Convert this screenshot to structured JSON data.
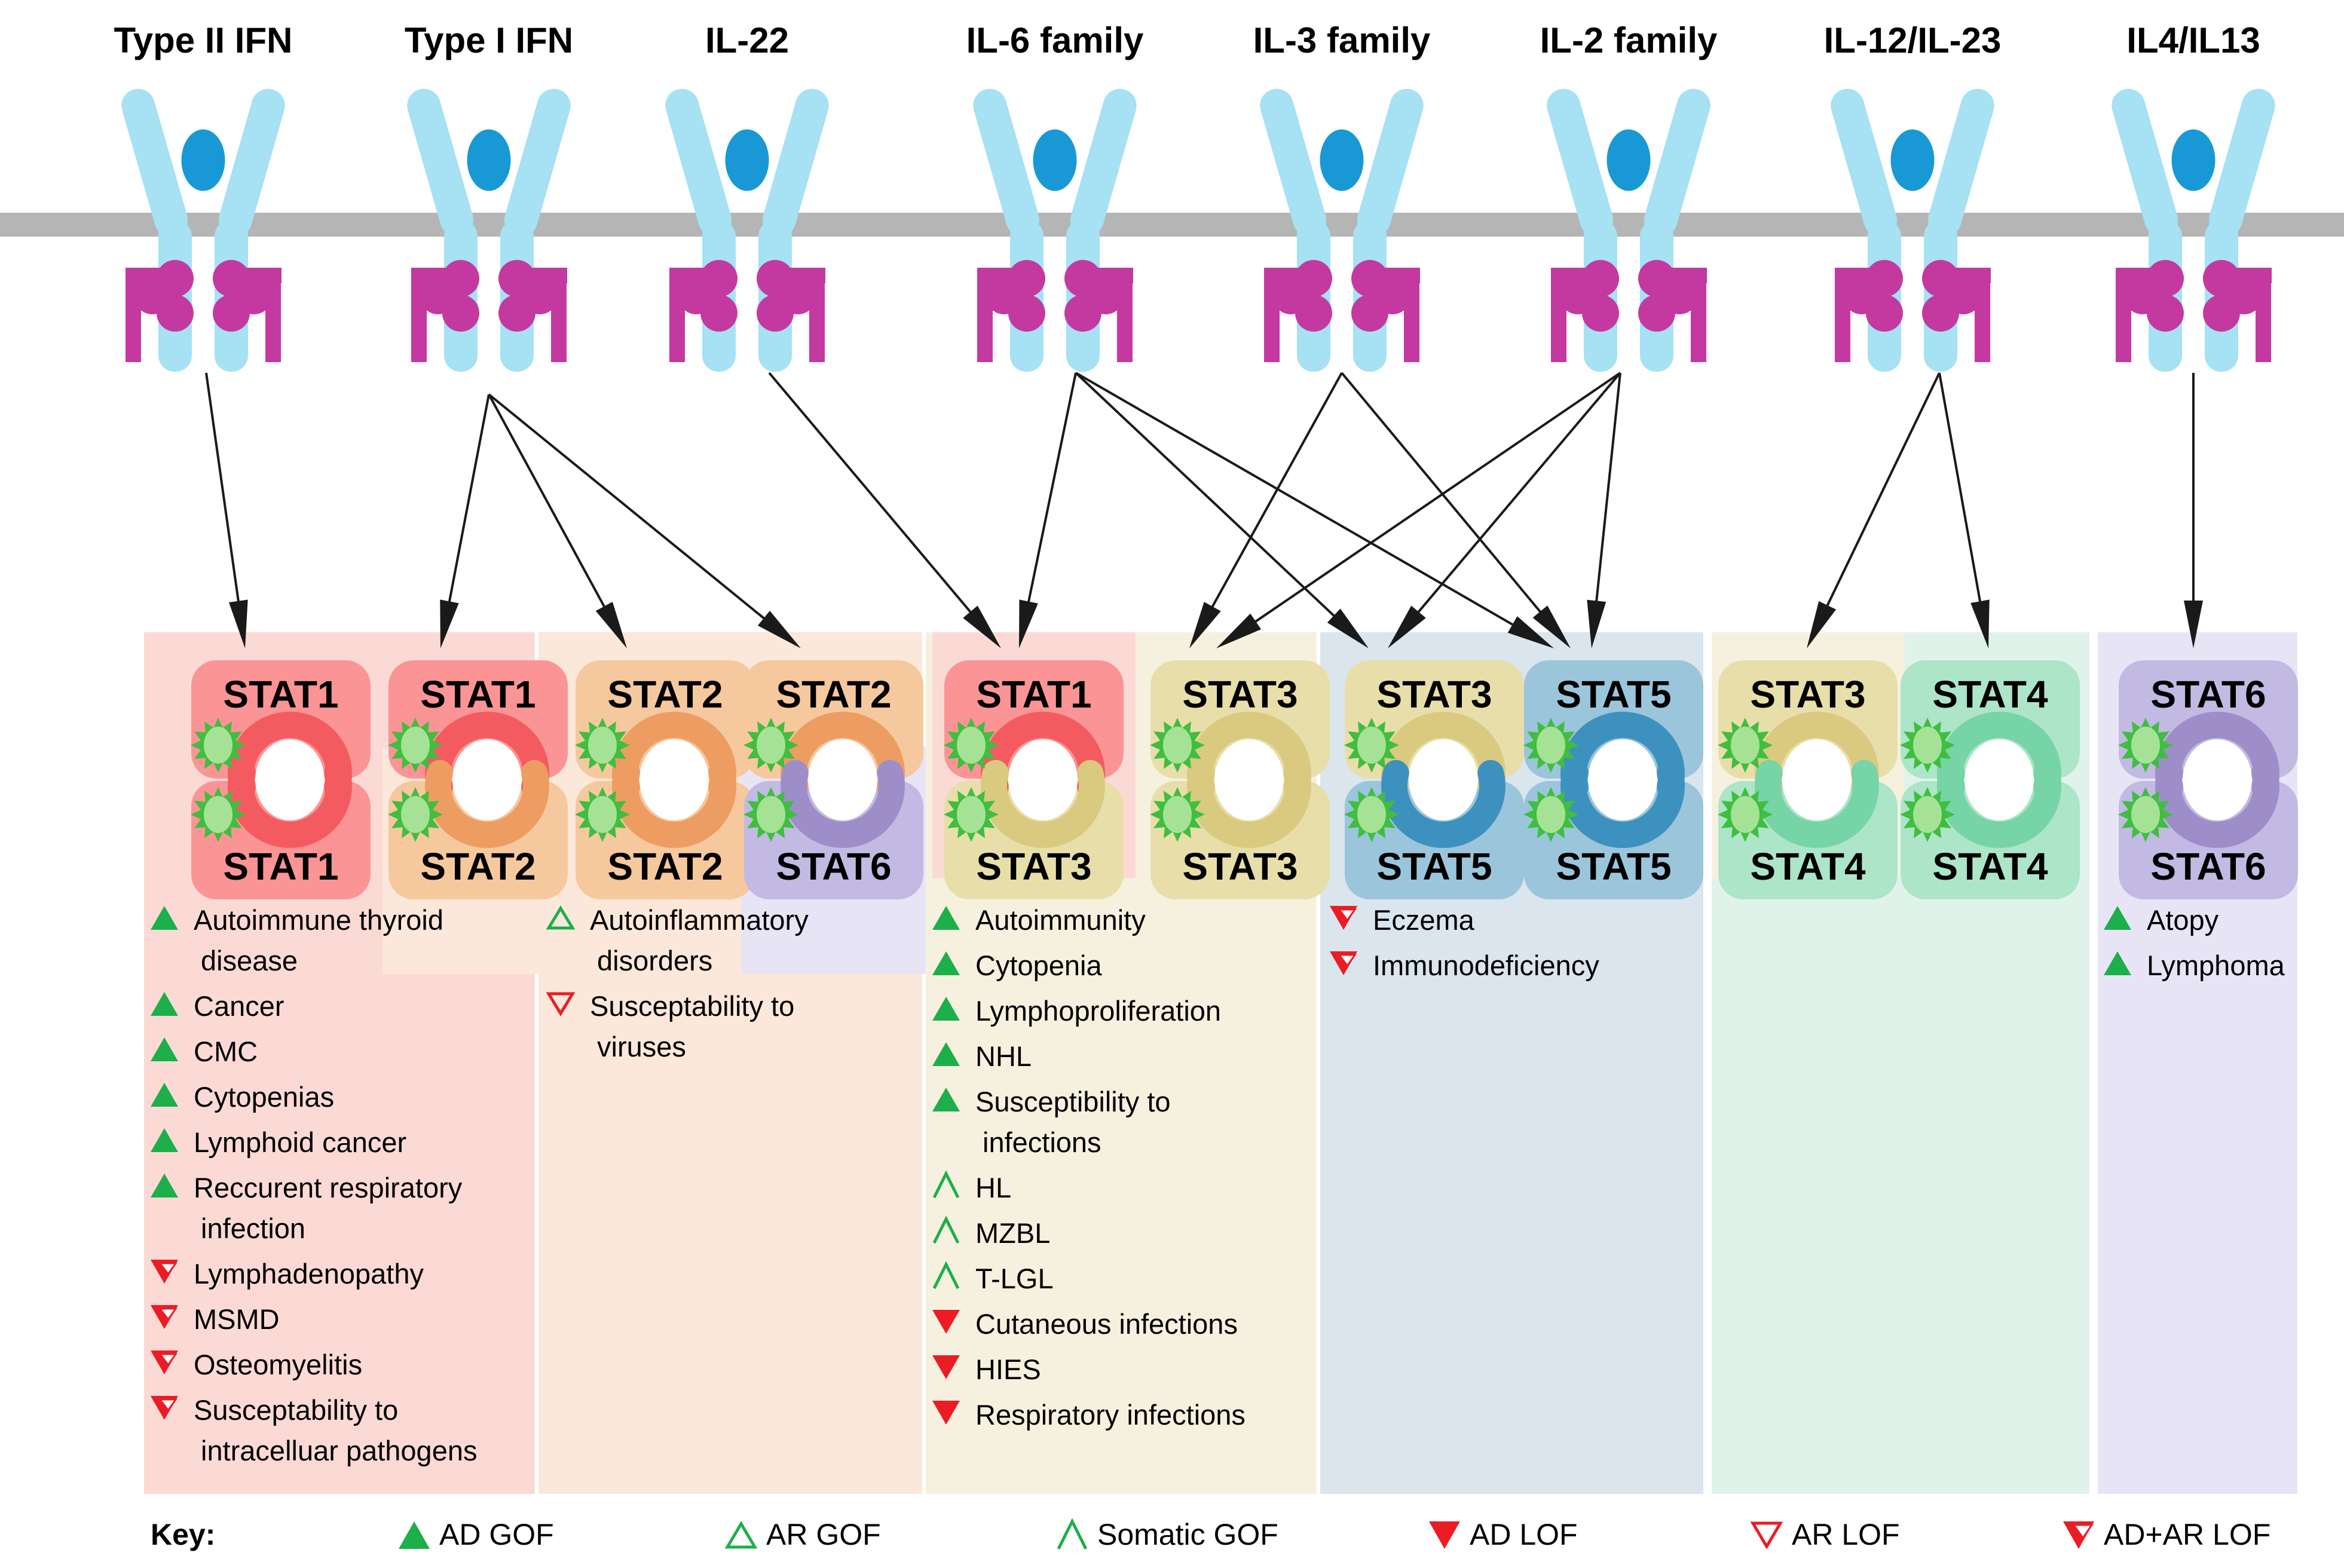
{
  "figure": {
    "description": "Cytokine receptor families signalling to STAT dimers with associated gain/loss-of-function diseases",
    "key_label": "Key:"
  },
  "colors": {
    "membrane": "#B5B5B5",
    "receptor_arm": "#A6E1F4",
    "ligand": "#1899D6",
    "ligand_stroke": "#FFFFFF",
    "jak": "#C4399F",
    "arrow": "#1A1A1A",
    "green": "#1CAF4A",
    "red": "#EC1C24",
    "star_outer": "#3FBE3F",
    "star_inner": "#A6E295"
  },
  "panel_colors": {
    "pink": "#FBDAD6",
    "peach": "#FBE8DA",
    "cream": "#F6F1DF",
    "blue": "#DAE5EE",
    "mint": "#E0F3EA",
    "lavender": "#E7E5F5"
  },
  "stat_styles": {
    "STAT1": {
      "box": "#FB9494",
      "arm": "#F45B60"
    },
    "STAT2": {
      "box": "#F6C89E",
      "arm": "#EE9D62"
    },
    "STAT3": {
      "box": "#E8DEAA",
      "arm": "#DACA80"
    },
    "STAT4": {
      "box": "#ACE5C7",
      "arm": "#76D4A7"
    },
    "STAT5": {
      "box": "#9BC5DB",
      "arm": "#3D91BE"
    },
    "STAT6": {
      "box": "#C2BAE2",
      "arm": "#9D8ECA"
    }
  },
  "receptors": [
    {
      "label": "Type II IFN"
    },
    {
      "label": "Type I IFN"
    },
    {
      "label": "IL-22"
    },
    {
      "label": "IL-6 family"
    },
    {
      "label": "IL-3 family"
    },
    {
      "label": "IL-2 family"
    },
    {
      "label": "IL-12/IL-23"
    },
    {
      "label": "IL4/IL13"
    }
  ],
  "dimers": [
    {
      "top": "STAT1",
      "bottom": "STAT1"
    },
    {
      "top": "STAT1",
      "bottom": "STAT2"
    },
    {
      "top": "STAT2",
      "bottom": "STAT2"
    },
    {
      "top": "STAT2",
      "bottom": "STAT6"
    },
    {
      "top": "STAT1",
      "bottom": "STAT3"
    },
    {
      "top": "STAT3",
      "bottom": "STAT3"
    },
    {
      "top": "STAT3",
      "bottom": "STAT5"
    },
    {
      "top": "STAT5",
      "bottom": "STAT5"
    },
    {
      "top": "STAT3",
      "bottom": "STAT4"
    },
    {
      "top": "STAT4",
      "bottom": "STAT4"
    },
    {
      "top": "STAT6",
      "bottom": "STAT6"
    }
  ],
  "connections": [
    {
      "receptor": "Type II IFN",
      "dimer_indexes": [
        0
      ]
    },
    {
      "receptor": "Type I IFN",
      "dimer_indexes": [
        1,
        2,
        3
      ]
    },
    {
      "receptor": "IL-22",
      "dimer_indexes": [
        4
      ]
    },
    {
      "receptor": "IL-6 family",
      "dimer_indexes": [
        4,
        6,
        7
      ]
    },
    {
      "receptor": "IL-3 family",
      "dimer_indexes": [
        5,
        7
      ]
    },
    {
      "receptor": "IL-2 family",
      "dimer_indexes": [
        5,
        6,
        7
      ]
    },
    {
      "receptor": "IL-12/IL-23",
      "dimer_indexes": [
        8,
        9
      ]
    },
    {
      "receptor": "IL4/IL13",
      "dimer_indexes": [
        10
      ]
    }
  ],
  "lists": [
    {
      "panel": 0,
      "items": [
        {
          "marker": "ad_gof",
          "lines": [
            "Autoimmune thyroid",
            "disease"
          ]
        },
        {
          "marker": "ad_gof",
          "lines": [
            "Cancer"
          ]
        },
        {
          "marker": "ad_gof",
          "lines": [
            "CMC"
          ]
        },
        {
          "marker": "ad_gof",
          "lines": [
            "Cytopenias"
          ]
        },
        {
          "marker": "ad_gof",
          "lines": [
            "Lymphoid cancer"
          ]
        },
        {
          "marker": "ad_gof",
          "lines": [
            "Reccurent respiratory",
            "infection"
          ]
        },
        {
          "marker": "adar_lof",
          "lines": [
            "Lymphadenopathy"
          ]
        },
        {
          "marker": "adar_lof",
          "lines": [
            "MSMD"
          ]
        },
        {
          "marker": "adar_lof",
          "lines": [
            "Osteomyelitis"
          ]
        },
        {
          "marker": "adar_lof",
          "lines": [
            "Susceptability to",
            "intracelluar pathogens"
          ]
        }
      ]
    },
    {
      "panel": 1,
      "items": [
        {
          "marker": "ar_gof",
          "lines": [
            "Autoinflammatory",
            "disorders"
          ]
        },
        {
          "marker": "ar_lof",
          "lines": [
            "Susceptability to",
            "viruses"
          ]
        }
      ]
    },
    {
      "panel": 2,
      "items": [
        {
          "marker": "ad_gof",
          "lines": [
            "Autoimmunity"
          ]
        },
        {
          "marker": "ad_gof",
          "lines": [
            "Cytopenia"
          ]
        },
        {
          "marker": "ad_gof",
          "lines": [
            "Lymphoproliferation"
          ]
        },
        {
          "marker": "ad_gof",
          "lines": [
            "NHL"
          ]
        },
        {
          "marker": "ad_gof",
          "lines": [
            "Susceptibility to",
            "infections"
          ]
        },
        {
          "marker": "somatic_gof",
          "lines": [
            "HL"
          ]
        },
        {
          "marker": "somatic_gof",
          "lines": [
            "MZBL"
          ]
        },
        {
          "marker": "somatic_gof",
          "lines": [
            "T-LGL"
          ]
        },
        {
          "marker": "ad_lof",
          "lines": [
            "Cutaneous infections"
          ]
        },
        {
          "marker": "ad_lof",
          "lines": [
            "HIES"
          ]
        },
        {
          "marker": "ad_lof",
          "lines": [
            "Respiratory infections"
          ]
        }
      ]
    },
    {
      "panel": 3,
      "items": [
        {
          "marker": "adar_lof",
          "lines": [
            "Eczema"
          ]
        },
        {
          "marker": "adar_lof",
          "lines": [
            "Immunodeficiency"
          ]
        }
      ]
    },
    {
      "panel": 5,
      "items": [
        {
          "marker": "ad_gof",
          "lines": [
            "Atopy"
          ]
        },
        {
          "marker": "ad_gof",
          "lines": [
            "Lymphoma"
          ]
        }
      ]
    }
  ],
  "key": {
    "label": "Key:",
    "entries": [
      {
        "marker": "ad_gof",
        "label": "AD GOF"
      },
      {
        "marker": "ar_gof",
        "label": "AR GOF"
      },
      {
        "marker": "somatic_gof",
        "label": "Somatic GOF"
      },
      {
        "marker": "ad_lof",
        "label": "AD LOF"
      },
      {
        "marker": "ar_lof",
        "label": "AR LOF"
      },
      {
        "marker": "adar_lof",
        "label": "AD+AR LOF"
      }
    ]
  }
}
